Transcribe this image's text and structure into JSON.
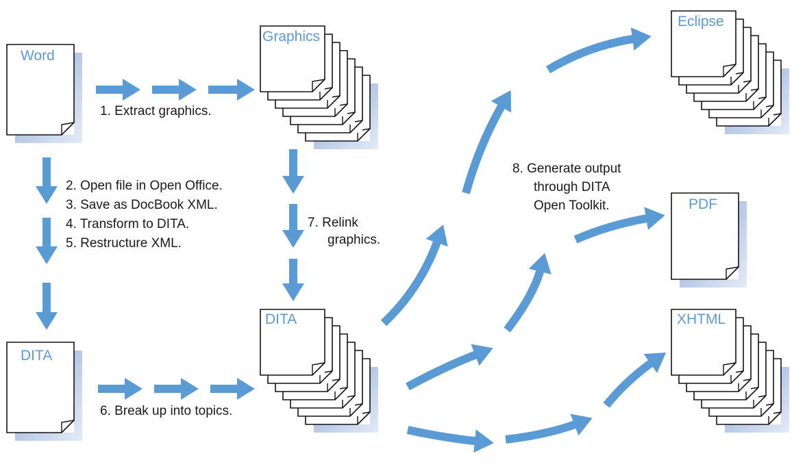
{
  "documents": {
    "word": "Word",
    "dita_single": "DITA",
    "graphics": "Graphics",
    "dita_stack": "DITA",
    "eclipse": "Eclipse",
    "pdf": "PDF",
    "xhtml": "XHTML"
  },
  "steps": {
    "step1": "1.  Extract graphics.",
    "step2": "2.  Open file in Open Office.",
    "step3": "3.  Save as DocBook XML.",
    "step4": "4.  Transform to DITA.",
    "step5": "5.  Restructure XML.",
    "step6": "6.  Break up into topics.",
    "step7_line1": "7.  Relink",
    "step7_line2": "graphics.",
    "step8_line1": "8.  Generate output",
    "step8_line2": "through DITA",
    "step8_line3": "Open Toolkit."
  },
  "colors": {
    "arrow": "#5b9bd5",
    "title": "#5b9bd5",
    "shadow": "#8fa8d6",
    "text": "#1a1a1a"
  }
}
